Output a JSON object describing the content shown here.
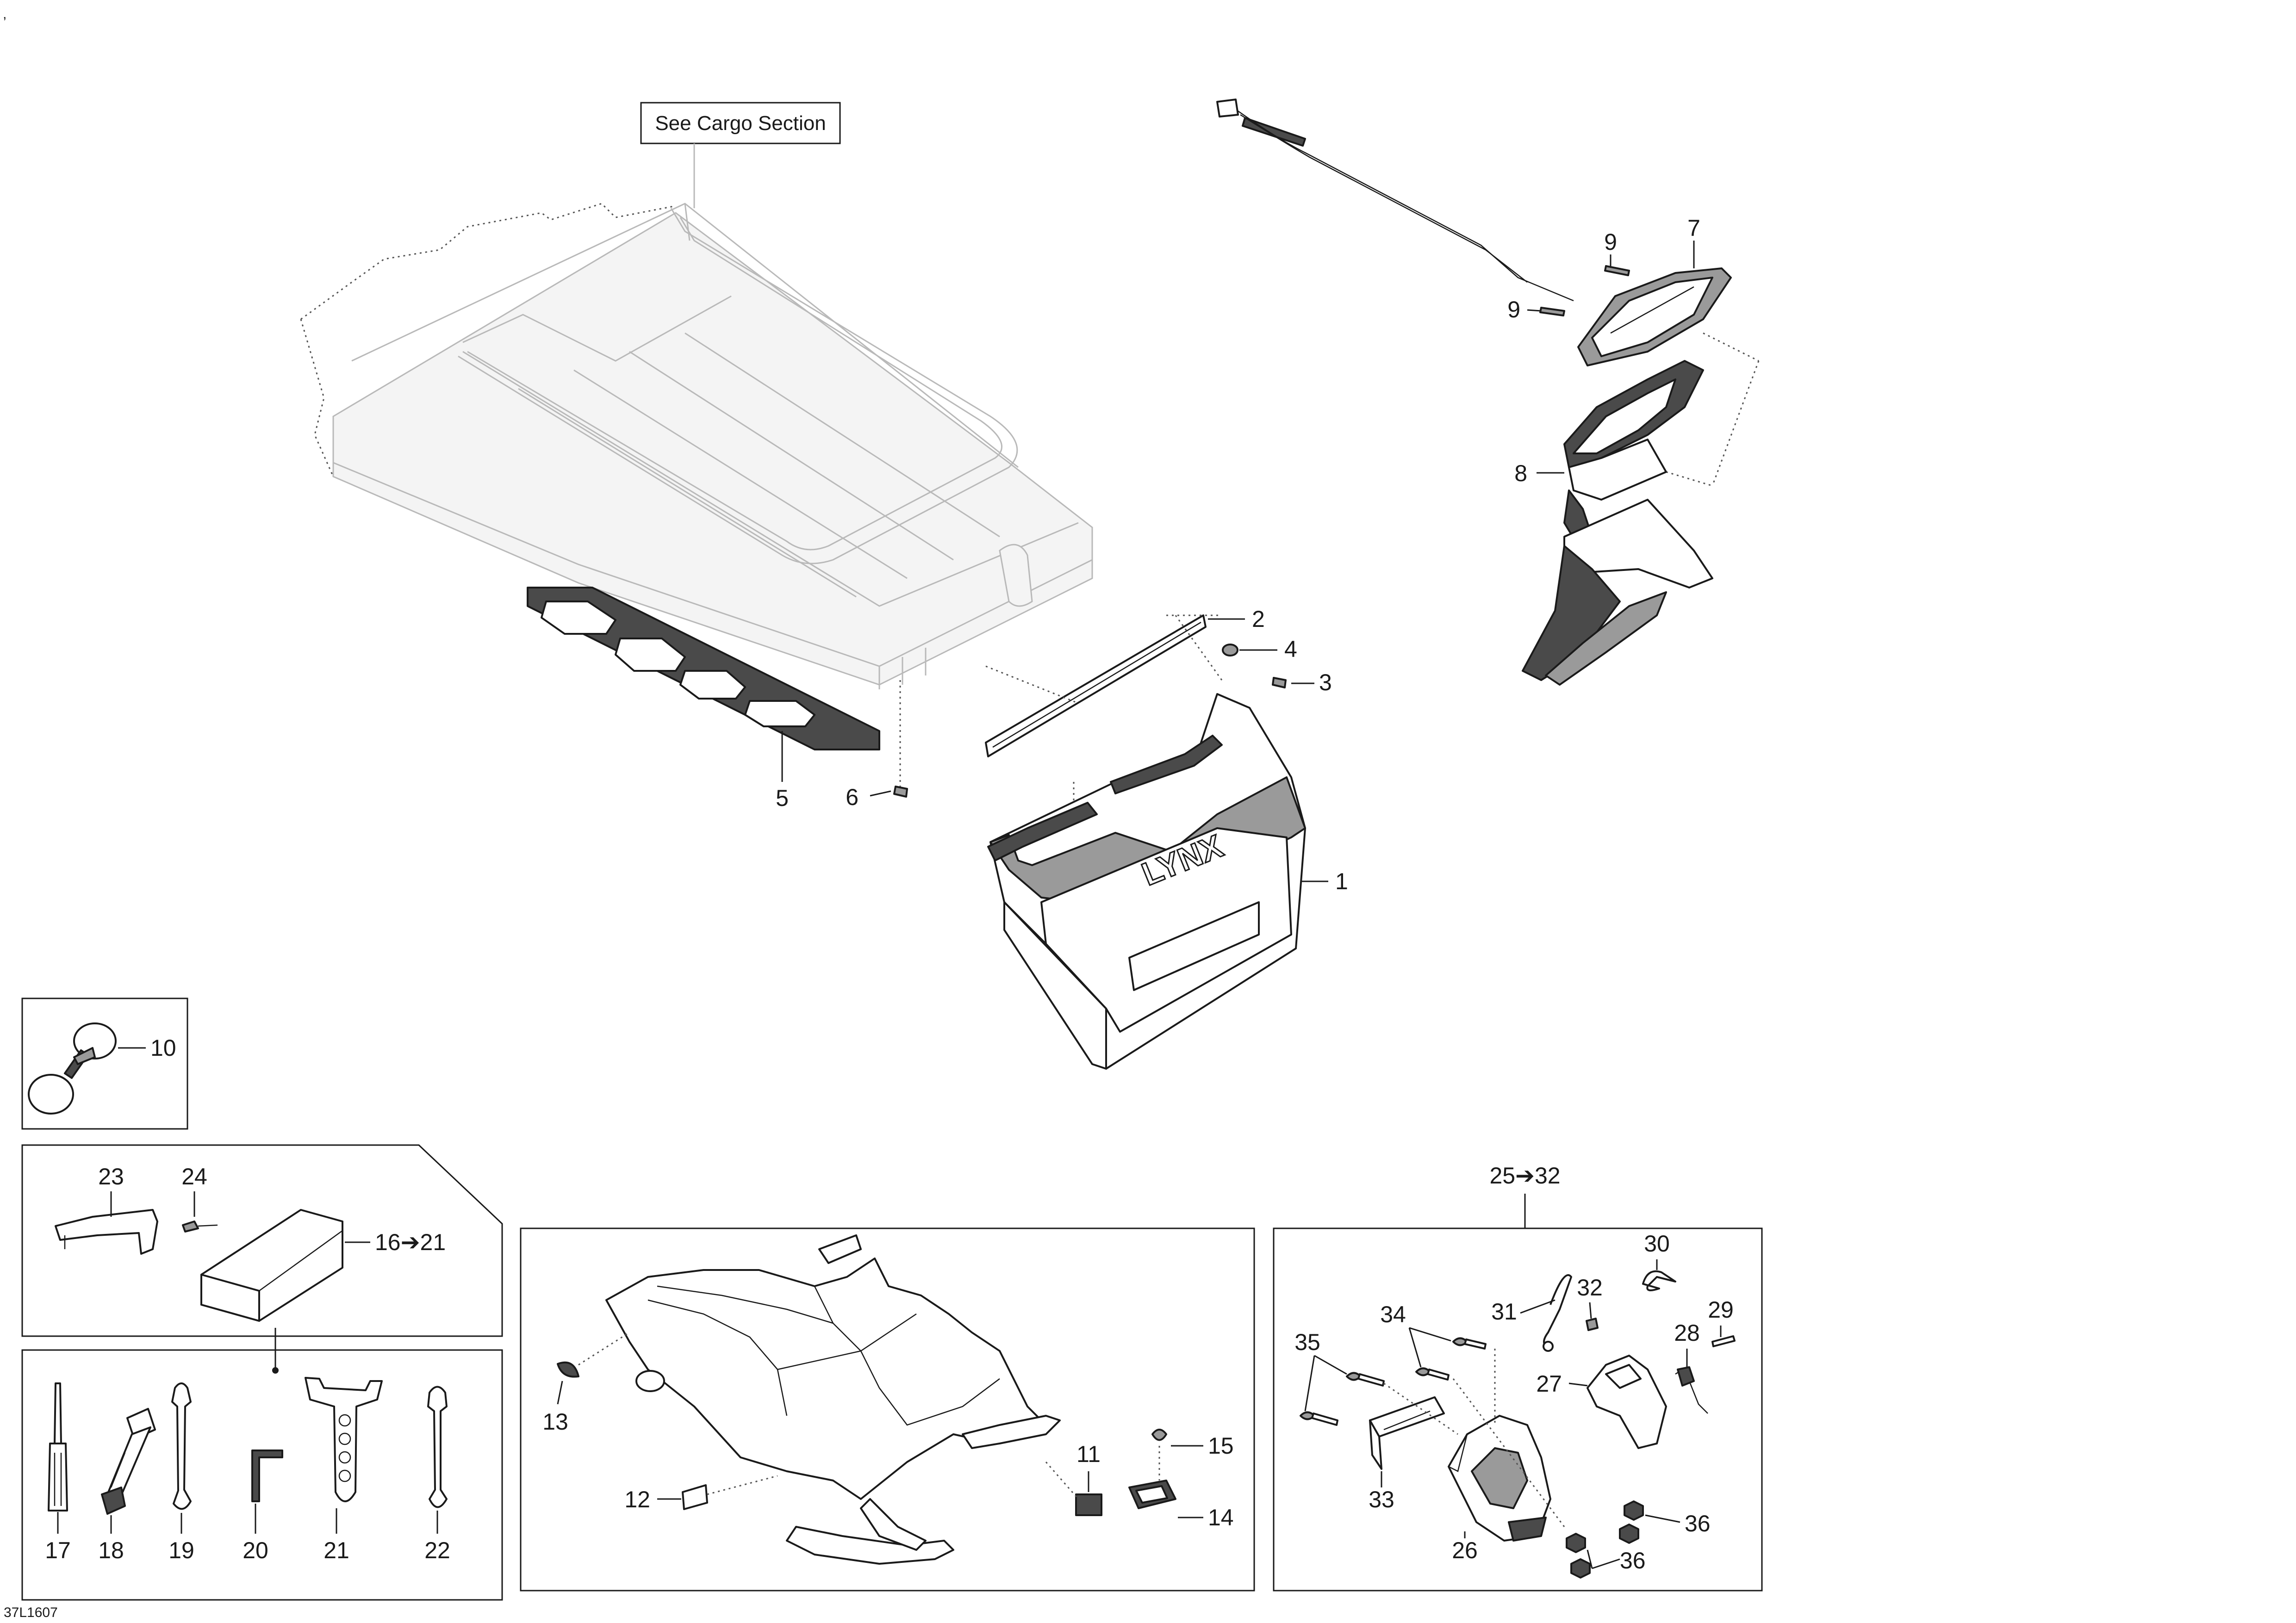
{
  "page": {
    "drawing_code": "37L1607",
    "corner_mark": ","
  },
  "callouts": {
    "cargo_reference": "See Cargo Section"
  },
  "part_labels": {
    "p1": "1",
    "p2": "2",
    "p3": "3",
    "p4": "4",
    "p5": "5",
    "p6": "6",
    "p7": "7",
    "p8": "8",
    "p9a": "9",
    "p9b": "9",
    "p10": "10",
    "p11": "11",
    "p12": "12",
    "p13": "13",
    "p14": "14",
    "p15": "15",
    "p16_21": "16➔21",
    "p17": "17",
    "p18": "18",
    "p19": "19",
    "p20": "20",
    "p21": "21",
    "p22": "22",
    "p23": "23",
    "p24": "24",
    "p25_32": "25➔32",
    "p26": "26",
    "p27": "27",
    "p28": "28",
    "p29": "29",
    "p30": "30",
    "p31": "31",
    "p32": "32",
    "p33": "33",
    "p34": "34",
    "p35": "35",
    "p36a": "36",
    "p36b": "36"
  },
  "branding": {
    "flap_logo": "LYNX"
  }
}
